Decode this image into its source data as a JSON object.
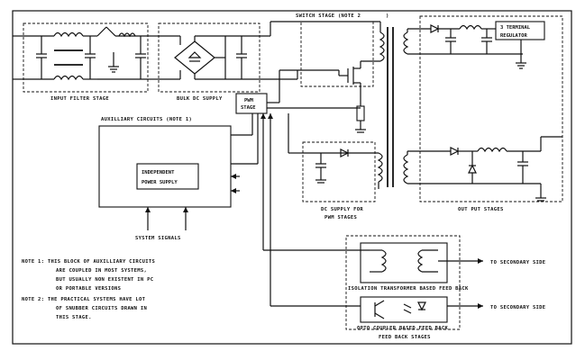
{
  "diagram": {
    "block_labels": {
      "input_filter": "INPUT FILTER STAGE",
      "bulk_dc": "BULK DC SUPPLY",
      "switch_stage": "SWITCH STAGE (NOTE 2",
      "switch_stage_paren": ")",
      "terminal_regulator_line1": "3 TERMINAL",
      "terminal_regulator_line2": "REGULATOR",
      "pwm_line1": "PWM",
      "pwm_line2": "STAGE",
      "auxiliary": "AUXILLIARY CIRCUITS (NOTE 1)",
      "independent_line1": "INDEPENDENT",
      "independent_line2": "POWER SUPPLY",
      "dc_supply_pwm_line1": "DC SUPPLY FOR",
      "dc_supply_pwm_line2": "PWM STAGES",
      "output_stages": "OUT PUT STAGES",
      "system_signals": "SYSTEM SIGNALS",
      "to_secondary_1": "TO SECONDARY SIDE",
      "to_secondary_2": "TO SECONDARY SIDE",
      "isolation_feedback": "ISOLATION TRANSFORMER BASED FEED BACK",
      "opto_feedback": "OPTO COUPLER BASED FEED BACK",
      "feedback_stages": "FEED BACK STAGES"
    },
    "notes": [
      "NOTE 1:  THIS BLOCK OF AUXILLIARY CIRCUITS",
      "ARE COUPLED IN MOST SYSTEMS,",
      "BUT USUALLY NON EXISTENT IN PC",
      "OR PORTABLE VERSIONS",
      "NOTE 2:  THE PRACTICAL SYSTEMS HAVE LOT",
      "OF SNUBBER CIRCUITS DRAWN IN",
      "THIS STAGE."
    ]
  }
}
